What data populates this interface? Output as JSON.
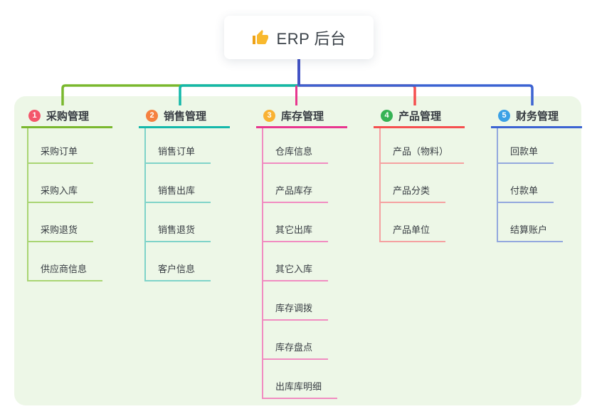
{
  "root": {
    "title": "ERP 后台",
    "icon": "thumbs-up",
    "connector_color": "#4353c5"
  },
  "canvas": {
    "panel_background": "#edf7e7",
    "page_background": "#ffffff"
  },
  "branches": [
    {
      "index": "1",
      "label": "采购管理",
      "badge_color": "#f4566b",
      "line_color": "#7ab82e",
      "child_line_color": "#a9d573",
      "children": [
        "采购订单",
        "采购入库",
        "采购退货",
        "供应商信息"
      ]
    },
    {
      "index": "2",
      "label": "销售管理",
      "badge_color": "#f58140",
      "line_color": "#14b8aa",
      "child_line_color": "#7fd3c9",
      "children": [
        "销售订单",
        "销售出库",
        "销售退货",
        "客户信息"
      ]
    },
    {
      "index": "3",
      "label": "库存管理",
      "badge_color": "#f9b233",
      "line_color": "#e8368f",
      "child_line_color": "#f18cc1",
      "children": [
        "仓库信息",
        "产品库存",
        "其它出库",
        "其它入库",
        "库存调拨",
        "库存盘点",
        "出库库明细"
      ]
    },
    {
      "index": "4",
      "label": "产品管理",
      "badge_color": "#36b355",
      "line_color": "#f54f4f",
      "child_line_color": "#f5a1a1",
      "children": [
        "产品（物料）",
        "产品分类",
        "产品单位"
      ]
    },
    {
      "index": "5",
      "label": "财务管理",
      "badge_color": "#3ba1e6",
      "line_color": "#3c63d2",
      "child_line_color": "#93a8de",
      "children": [
        "回款单",
        "付款单",
        "结算账户"
      ]
    }
  ]
}
